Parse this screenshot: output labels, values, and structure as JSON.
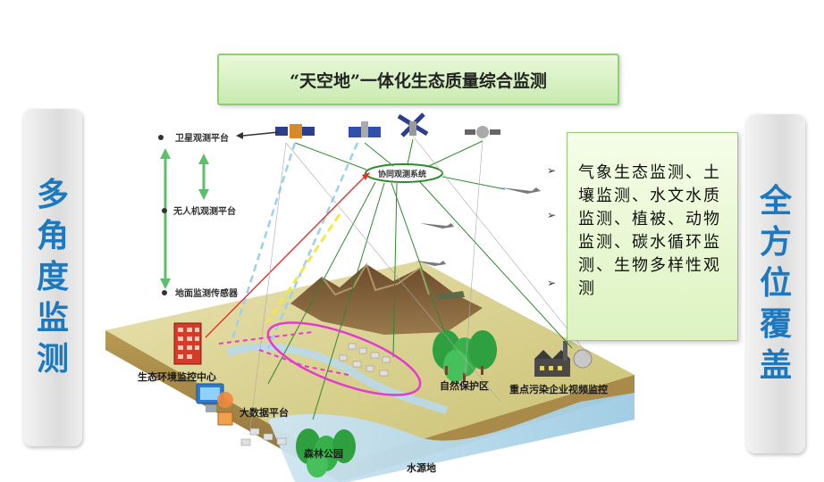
{
  "title": "“天空地”一体化生态质量综合监测",
  "left_side": "多角度监测",
  "right_side": "全方位覆盖",
  "features": "气象生态监测、土壤监测、水文水质监测、植被、动物监测、碳水循环监测、生物多样性观测",
  "platforms": {
    "satellite": "卫星观测平台",
    "uav": "无人机观测平台",
    "ground": "地面监测传感器"
  },
  "diagram_labels": {
    "coordination": "协同观测系统",
    "eco_center": "生态环境监控中心",
    "big_data": "大数据平台",
    "nature_reserve": "自然保护区",
    "pollution": "重点污染企业视频监控",
    "forest_park": "森林公园",
    "water_source": "水源地"
  },
  "colors": {
    "side_text": "#1c79c0",
    "title_bg": "#c9ebb0",
    "feature_bg": "#dcf3c0",
    "arrow_green": "#5cbf6a"
  }
}
